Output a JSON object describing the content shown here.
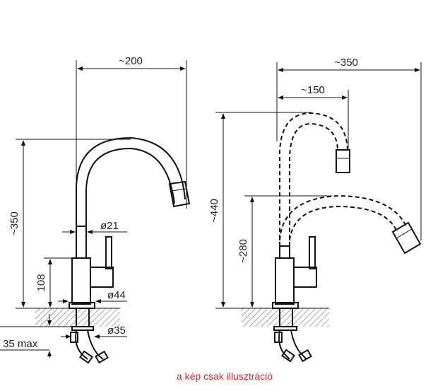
{
  "left_view": {
    "width_top": "~200",
    "height_total": "~350",
    "spout_dia": "ø21",
    "body_height": "108",
    "base_dia": "ø44",
    "shank_dia": "ø35",
    "max_thickness": "35 max"
  },
  "right_view": {
    "width_low": "~350",
    "width_high": "~150",
    "height_high": "~440",
    "height_low": "~280"
  },
  "caption": "a kép csak illusztráció",
  "colors": {
    "line": "#111111",
    "caption": "#d42a2a",
    "hatch": "#555555"
  }
}
